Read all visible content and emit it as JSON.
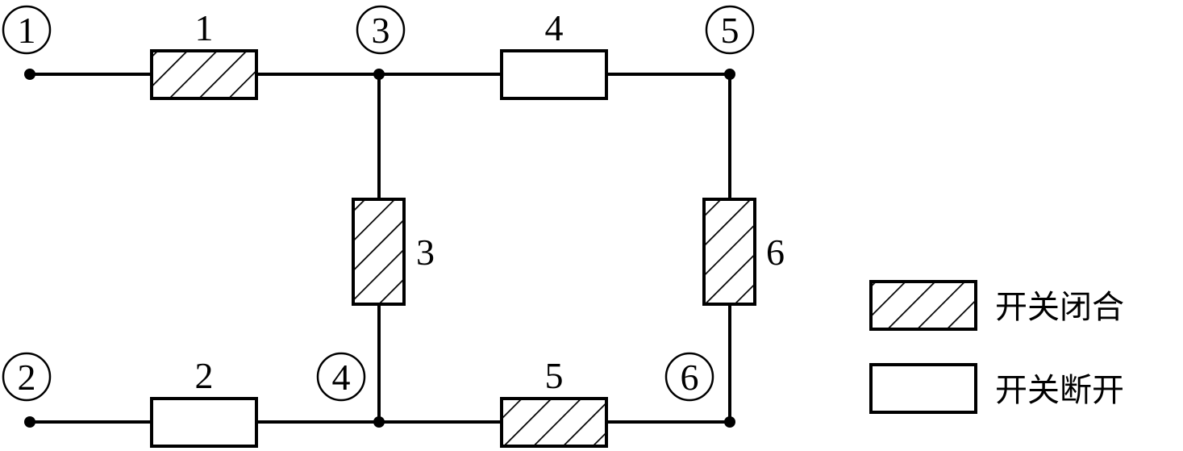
{
  "nodes": [
    "1",
    "2",
    "3",
    "4",
    "5",
    "6"
  ],
  "switches": [
    {
      "label": "1",
      "state": "closed"
    },
    {
      "label": "2",
      "state": "open"
    },
    {
      "label": "3",
      "state": "closed"
    },
    {
      "label": "4",
      "state": "open"
    },
    {
      "label": "5",
      "state": "closed"
    },
    {
      "label": "6",
      "state": "closed"
    }
  ],
  "legend": {
    "closed_label": "开关闭合",
    "open_label": "开关断开"
  },
  "colors": {
    "line": "#000000",
    "background": "#ffffff"
  }
}
